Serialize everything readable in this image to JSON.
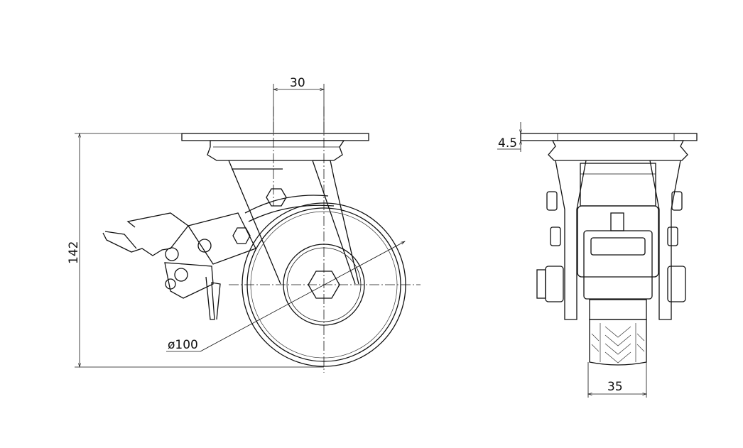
{
  "drawing": {
    "front_view": {
      "offset_dimension": "30",
      "height_dimension": "142",
      "wheel_diameter_dimension": "ø100"
    },
    "side_view": {
      "plate_thickness_dimension": "4.5",
      "wheel_width_dimension": "35"
    },
    "line_color": "#111111"
  }
}
